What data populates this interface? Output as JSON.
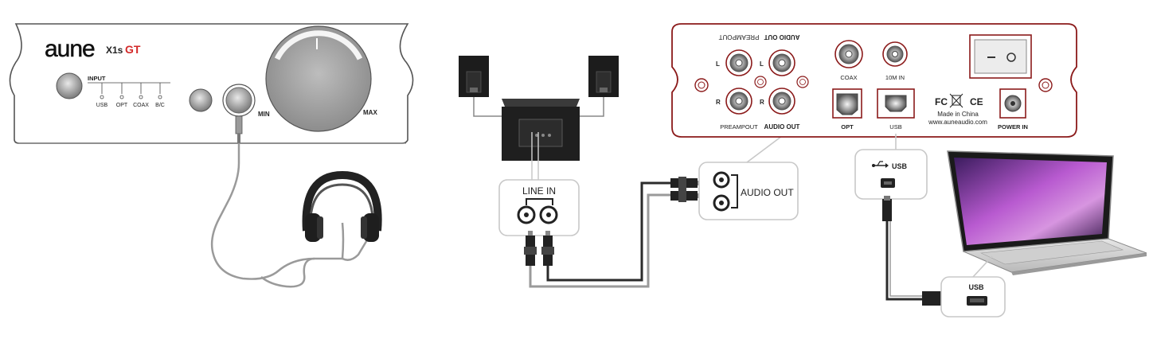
{
  "front_panel": {
    "brand": "aune",
    "model": "X1s",
    "model_suffix": "GT",
    "input_label": "INPUT",
    "inputs": [
      "USB",
      "OPT",
      "COAX",
      "B/C"
    ],
    "min_label": "MIN",
    "max_label": "MAX"
  },
  "rear_panel": {
    "preampout_top": "PREAMPOUT",
    "audio_out_top": "AUDIO OUT",
    "left": "L",
    "right": "R",
    "preampout_bottom": "PREAMPOUT",
    "audio_out_bottom": "AUDIO OUT",
    "coax": "COAX",
    "ten_m_in": "10M IN",
    "opt": "OPT",
    "usb": "USB",
    "fcc": "FC",
    "ce": "CE",
    "made_in": "Made in China",
    "website": "www.auneaudio.com",
    "power_in": "POWER IN"
  },
  "callouts": {
    "line_in": "LINE IN",
    "audio_out": "AUDIO OUT",
    "usb_device": "USB",
    "usb_laptop": "USB"
  },
  "colors": {
    "panel_stroke": "#8b1a1a",
    "front_stroke": "#555555",
    "cable_dark": "#2b2b2b",
    "cable_light": "#9a9a9a",
    "callout_stroke": "#c8c8c8",
    "accent_red": "#d32a2a"
  }
}
